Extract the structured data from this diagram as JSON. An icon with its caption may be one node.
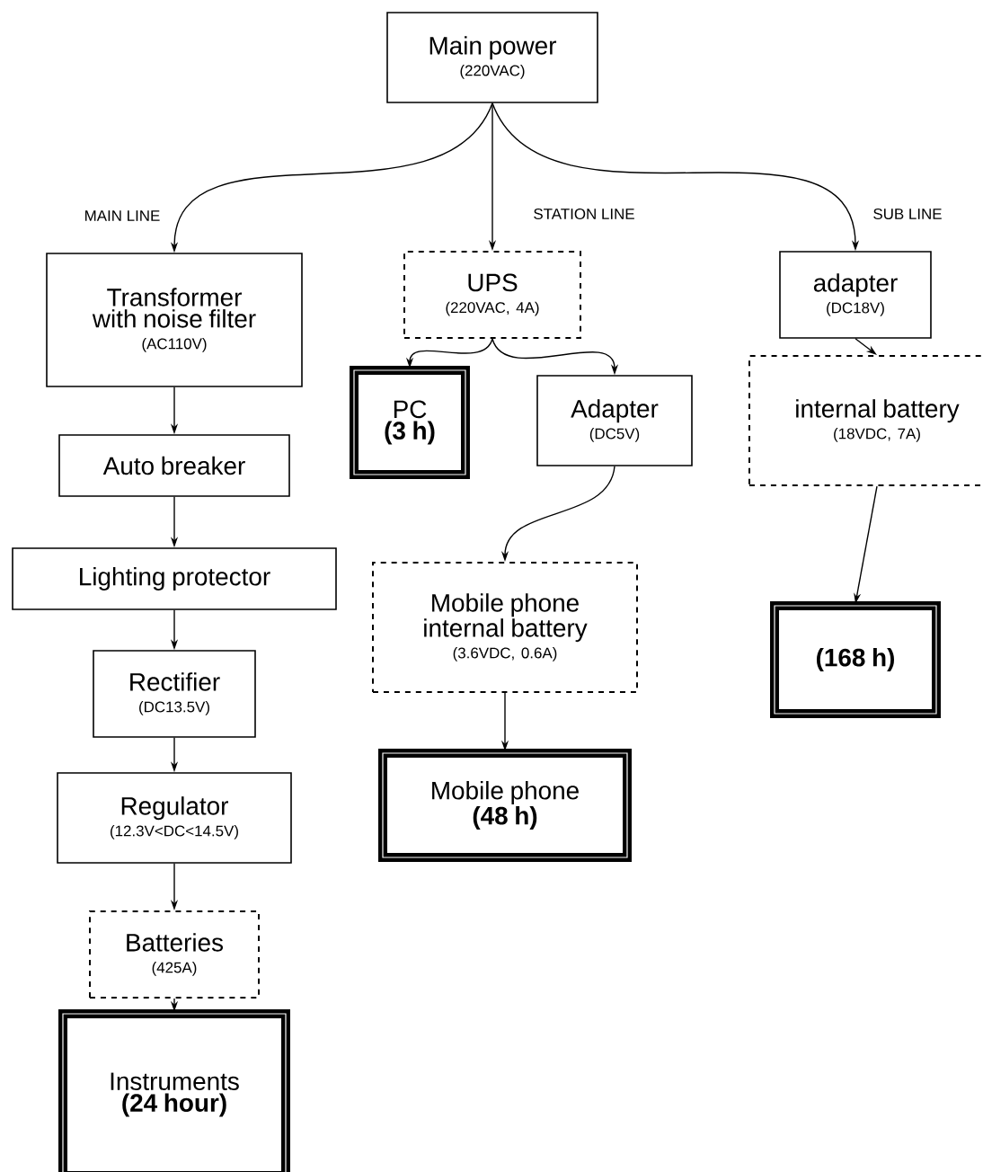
{
  "diagram": {
    "nodes": [
      {
        "text": [
          "Main power",
          "(220VAC)"
        ]
      },
      {
        "text": [
          "Transformer with noise filter",
          "(AC110V)"
        ]
      },
      {
        "text": [
          "UPS",
          "(220VAC, 4A)"
        ]
      },
      {
        "text": [
          "adapter",
          "(DC18V)"
        ]
      },
      {
        "text": [
          "PC",
          "(3 h)"
        ]
      },
      {
        "text": [
          "Adapter",
          "(DC5V)"
        ]
      },
      {
        "text": [
          "internal battery",
          "(18VDC, 7A)"
        ]
      },
      {
        "text": [
          "Auto breaker"
        ]
      },
      {
        "text": [
          "Lighting protector"
        ]
      },
      {
        "text": [
          "Mobile phone internal battery",
          "(3.6VDC, 0.6A)"
        ]
      },
      {
        "text": [
          "(168 h)"
        ]
      },
      {
        "text": [
          "Rectifier",
          "(DC13.5V)"
        ]
      },
      {
        "text": [
          "Mobile phone",
          "(48 h)"
        ]
      },
      {
        "text": [
          "Regulator",
          "(12.3V<DC<14.5V)"
        ]
      },
      {
        "text": [
          "Batteries",
          "(425A)"
        ]
      },
      {
        "text": [
          "Instruments",
          "(24 hour)"
        ]
      }
    ],
    "edges": [
      {
        "from": 0,
        "to": 1,
        "arrow": "to",
        "label": "MAIN LINE"
      },
      {
        "from": 0,
        "to": 2,
        "arrow": "to",
        "label": "STATION LINE"
      },
      {
        "from": 0,
        "to": 3,
        "arrow": "to",
        "label": "SUB LINE"
      },
      {
        "from": 2,
        "to": 4,
        "arrow": "to"
      },
      {
        "from": 2,
        "to": 5,
        "arrow": "to"
      },
      {
        "from": 1,
        "to": 7,
        "arrow": "to"
      },
      {
        "from": 7,
        "to": 8,
        "arrow": "to"
      },
      {
        "from": 8,
        "to": 11,
        "arrow": "to"
      },
      {
        "from": 11,
        "to": 13,
        "arrow": "to"
      },
      {
        "from": 13,
        "to": 14,
        "arrow": "to"
      },
      {
        "from": 14,
        "to": 15,
        "arrow": "to"
      },
      {
        "from": 5,
        "to": 9,
        "arrow": "to"
      },
      {
        "from": 9,
        "to": 12,
        "arrow": "to"
      },
      {
        "from": 3,
        "to": 6,
        "arrow": "to"
      },
      {
        "from": 6,
        "to": 10,
        "arrow": "to"
      }
    ]
  }
}
